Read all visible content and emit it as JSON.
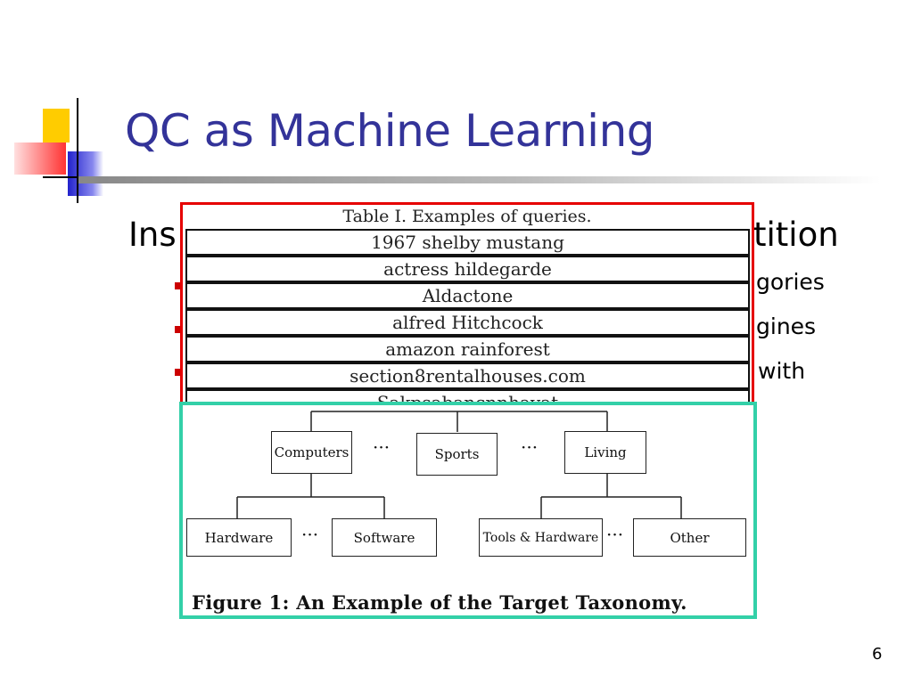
{
  "slide": {
    "title": "QC as Machine Learning",
    "page_number": "6"
  },
  "background_text": {
    "bullet_main_left": "Ins",
    "bullet_main_right": "tition",
    "sub1_right": "gories",
    "sub2_right": "gines",
    "sub3_right": "with"
  },
  "table": {
    "caption": "Table I.   Examples of queries.",
    "rows": [
      "1967 shelby mustang",
      "actress hildegarde",
      "Aldactone",
      "alfred Hitchcock",
      "amazon rainforest",
      "section8rentalhouses.com",
      "Sakpsabancnnhayat"
    ]
  },
  "taxonomy": {
    "top_nodes": [
      "Computers",
      "Sports",
      "Living"
    ],
    "computers_children": [
      "Hardware",
      "Software"
    ],
    "living_children": [
      "Tools & Hardware",
      "Other"
    ],
    "ellipsis": "···",
    "caption": "Figure 1:  An Example of the Target Taxonomy."
  },
  "colors": {
    "title": "#333399",
    "table_border": "#e60000",
    "figure_border": "#33d0a8",
    "bullet": "#cc0000"
  }
}
